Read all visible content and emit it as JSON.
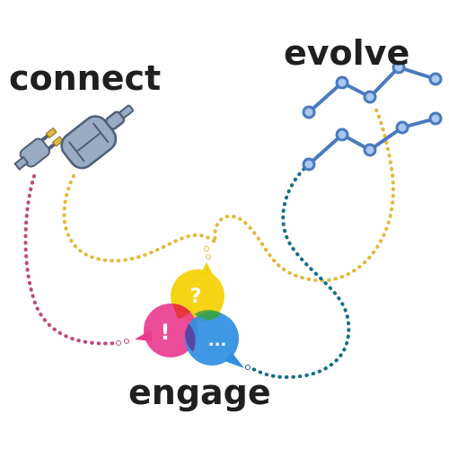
{
  "labels": {
    "connect": "connect",
    "evolve": "evolve",
    "engage": "engage"
  },
  "bubbles": {
    "yellow": {
      "glyph": "?",
      "color": "#f4d20a"
    },
    "pink": {
      "glyph": "!",
      "color": "#ea3d8f"
    },
    "blue": {
      "glyph": "...",
      "color": "#2f8fe3"
    }
  },
  "colors": {
    "connect_path": "#c2477c",
    "connect_to_evolve_path": "#e5b83b",
    "evolve_to_engage_path": "#146f8a",
    "plug": "#9aabc4",
    "plug_dark": "#4e5f78",
    "graph_line": "#4a79c0",
    "graph_node_fill": "#a8c8ef"
  },
  "icons": {
    "plug": "electric-plug-icon",
    "line_graph": "line-graph-icon",
    "speech_bubbles": "speech-bubbles-icon"
  }
}
